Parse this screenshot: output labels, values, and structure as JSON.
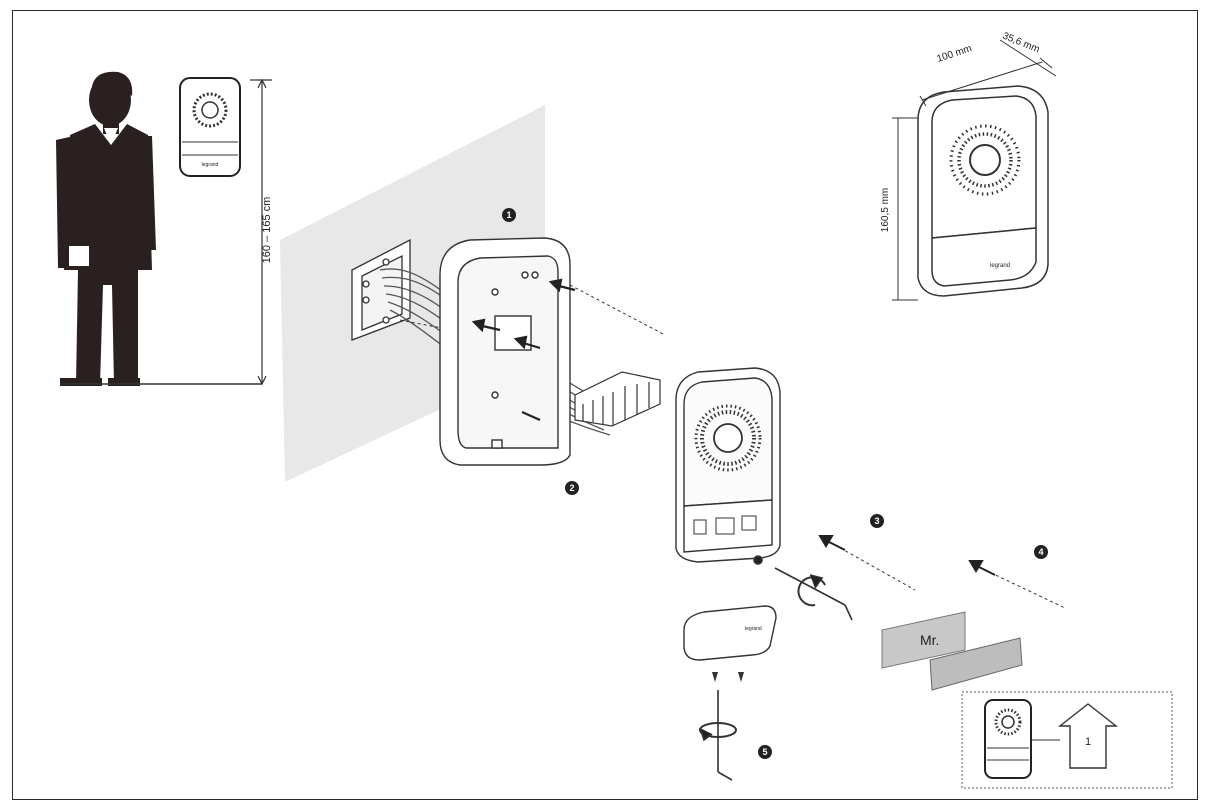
{
  "person_height_label": "160 – 165 cm",
  "dimensions": {
    "width": "100 mm",
    "depth": "35,6 mm",
    "height": "160,5 mm"
  },
  "step_badges": [
    "1",
    "2",
    "3",
    "4",
    "5"
  ],
  "name_plate_text": "Mr.",
  "brand_small": "legrand",
  "floor_indicator": "1",
  "colors": {
    "figure": "#2b2020",
    "wall": "#e8e8e8",
    "line": "#333333",
    "badge": "#222222"
  }
}
